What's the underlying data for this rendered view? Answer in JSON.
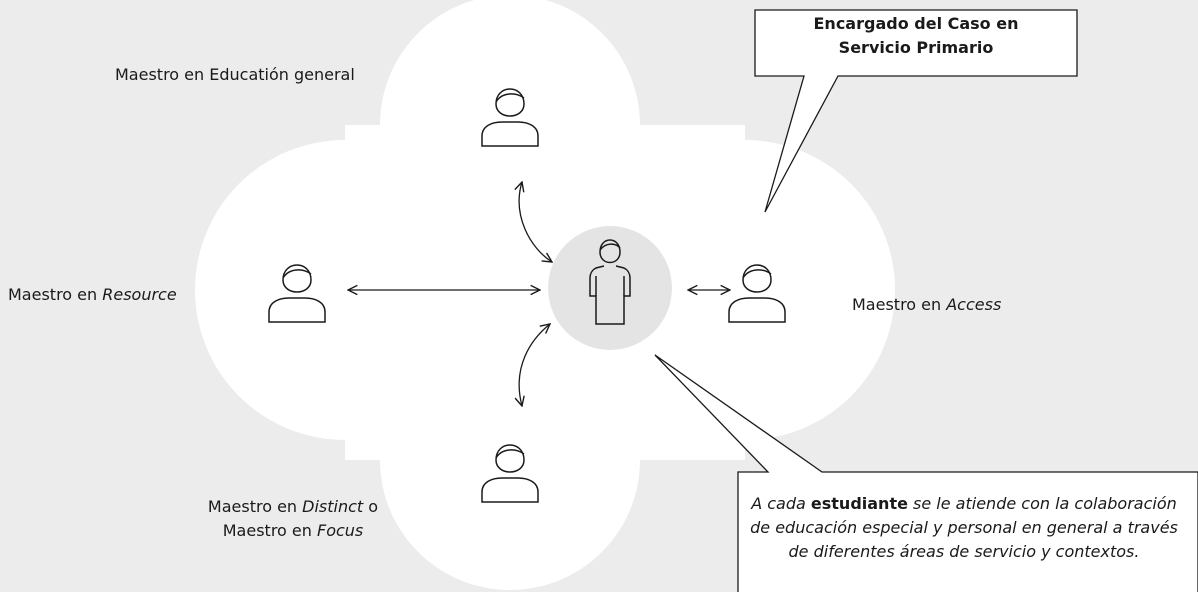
{
  "roles": {
    "general_education": {
      "text": "Maestro en Educatión general"
    },
    "resource": {
      "prefix": "Maestro en ",
      "program": "Resource"
    },
    "access": {
      "prefix": "Maestro en ",
      "program": "Access"
    },
    "distinct_focus": {
      "line1_prefix": "Maestro en ",
      "line1_program": "Distinct",
      "line1_suffix": " o",
      "line2_prefix": "Maestro en ",
      "line2_program": "Focus"
    }
  },
  "case_manager_callout": {
    "line1": "Encargado del Caso en",
    "line2": "Servicio Primario"
  },
  "student_callout": {
    "part1": "A cada ",
    "emphasis": "estudiante",
    "part2": " se le atiende con la colaboración de educación especial y personal en general a través de diferentes áreas de servicio y contextos."
  },
  "colors": {
    "background": "#ececec",
    "cloud": "#ffffff",
    "student_circle": "#e4e4e4",
    "stroke": "#1a1a1a"
  },
  "icons": {
    "teacher": "person-outline-icon",
    "student": "student-figure-icon"
  }
}
